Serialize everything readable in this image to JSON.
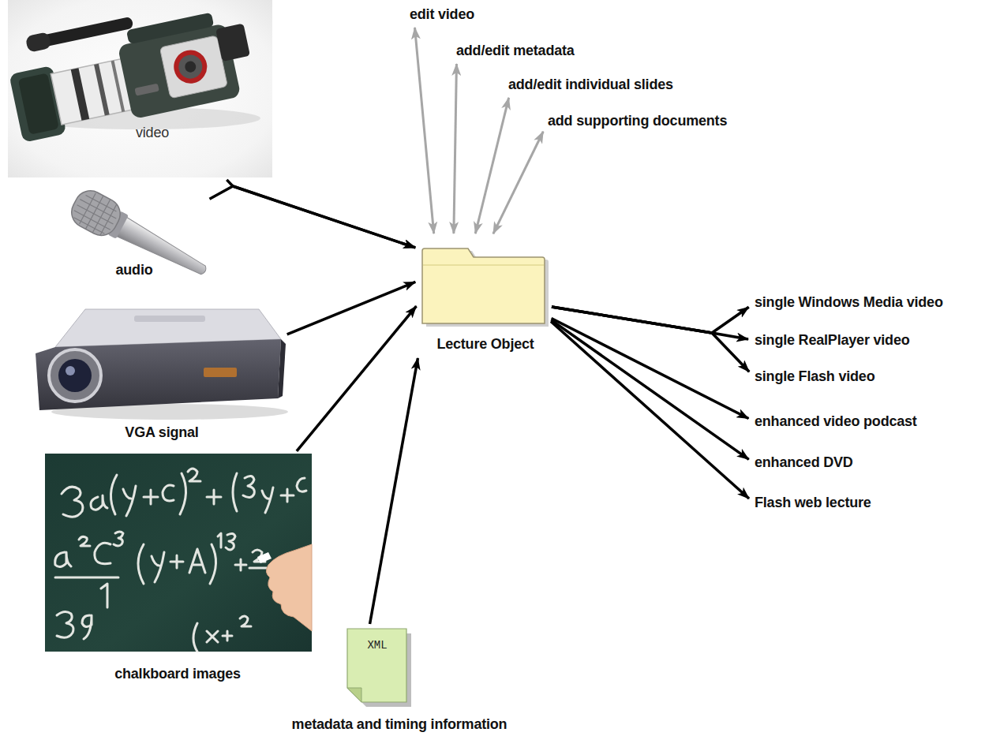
{
  "diagram": {
    "nodes": [
      {
        "text": [
          "video"
        ]
      },
      {
        "text": [
          "audio"
        ]
      },
      {
        "text": [
          "VGA signal"
        ]
      },
      {
        "text": [
          "chalkboard images"
        ]
      },
      {
        "text": [
          "XML",
          "metadata and timing information"
        ]
      },
      {
        "text": [
          "edit video"
        ]
      },
      {
        "text": [
          "add/edit metadata"
        ]
      },
      {
        "text": [
          "add/edit individual slides"
        ]
      },
      {
        "text": [
          "add supporting documents"
        ]
      },
      {
        "text": [
          "Lecture Object"
        ]
      },
      {
        "text": [
          "single Windows Media video"
        ]
      },
      {
        "text": [
          "single RealPlayer video"
        ]
      },
      {
        "text": [
          "single Flash video"
        ]
      },
      {
        "text": [
          "enhanced video podcast"
        ]
      },
      {
        "text": [
          "enhanced DVD"
        ]
      },
      {
        "text": [
          "Flash web lecture"
        ]
      }
    ],
    "edges": [
      {
        "from": 0,
        "to": 9,
        "arrow": "to"
      },
      {
        "from": 1,
        "to": 9,
        "arrow": "to"
      },
      {
        "from": 2,
        "to": 9,
        "arrow": "to"
      },
      {
        "from": 3,
        "to": 9,
        "arrow": "to"
      },
      {
        "from": 4,
        "to": 9,
        "arrow": "to"
      },
      {
        "from": 5,
        "to": 9,
        "arrow": "both"
      },
      {
        "from": 6,
        "to": 9,
        "arrow": "both"
      },
      {
        "from": 7,
        "to": 9,
        "arrow": "both"
      },
      {
        "from": 8,
        "to": 9,
        "arrow": "both"
      },
      {
        "from": 9,
        "to": 10,
        "arrow": "to"
      },
      {
        "from": 9,
        "to": 11,
        "arrow": "to"
      },
      {
        "from": 9,
        "to": 12,
        "arrow": "to"
      },
      {
        "from": 9,
        "to": 13,
        "arrow": "to"
      },
      {
        "from": 9,
        "to": 14,
        "arrow": "to"
      },
      {
        "from": 9,
        "to": 15,
        "arrow": "to"
      }
    ]
  }
}
